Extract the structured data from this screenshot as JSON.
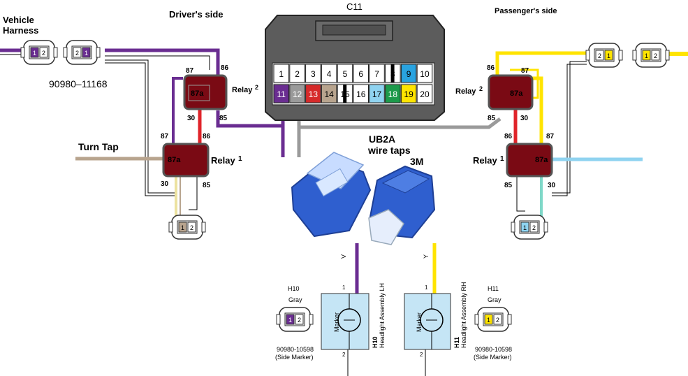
{
  "labels": {
    "vehicle_harness_line1": "Vehicle",
    "vehicle_harness_line2": "Harness",
    "drivers_side": "Driver's side",
    "passengers_side": "Passenger's side",
    "connector_c11": "C11",
    "part_number_main": "90980–11168",
    "turn_tap": "Turn Tap",
    "ub2a_line1": "UB2A",
    "ub2a_line2": "wire taps",
    "brand_3m": "3M"
  },
  "relays": {
    "label": "Relay",
    "num1": "1",
    "num2": "2",
    "pin_87a": "87a",
    "pin_86": "86",
    "pin_87": "87",
    "pin_85": "85",
    "pin_30": "30"
  },
  "c11_pins": {
    "top": [
      "1",
      "2",
      "3",
      "4",
      "5",
      "6",
      "7",
      "8",
      "9",
      "10"
    ],
    "bottom": [
      "11",
      "12",
      "13",
      "14",
      "15",
      "16",
      "17",
      "18",
      "19",
      "20"
    ],
    "top_colors": [
      "#ffffff",
      "#ffffff",
      "#ffffff",
      "#ffffff",
      "#ffffff",
      "#ffffff",
      "#ffffff",
      "#ffffff",
      "#29a3e0",
      "#ffffff"
    ],
    "bottom_colors": [
      "#6a2d91",
      "#9a9a9a",
      "#d62a2a",
      "#b8a48e",
      "#ffffff",
      "#ffffff",
      "#8fd3f0",
      "#1c9a4a",
      "#ffe400",
      "#ffffff"
    ]
  },
  "connectors": {
    "pin1": "1",
    "pin2": "2"
  },
  "markers": {
    "lh_code": "H10",
    "lh_desc": "Headlight Assembly LH",
    "rh_code": "H11",
    "rh_desc": "Headlight Assembly RH",
    "marker_text": "Marker",
    "wire_letter_v": "V",
    "wire_letter_y": "Y",
    "pin_top": "1",
    "pin_bottom": "2"
  },
  "side_connectors": {
    "h10_code": "H10",
    "h11_code": "H11",
    "gray": "Gray",
    "part_number": "90980-10598",
    "side_marker": "(Side Marker)"
  },
  "wire_colors": {
    "purple": "#6a2d91",
    "yellow": "#ffe400",
    "gray": "#9a9a9a",
    "red": "#e0242a",
    "tan": "#b8a48e",
    "light_blue": "#8fd3f0",
    "aqua": "#7fd8c8",
    "relay_body": "#7a0a14"
  }
}
